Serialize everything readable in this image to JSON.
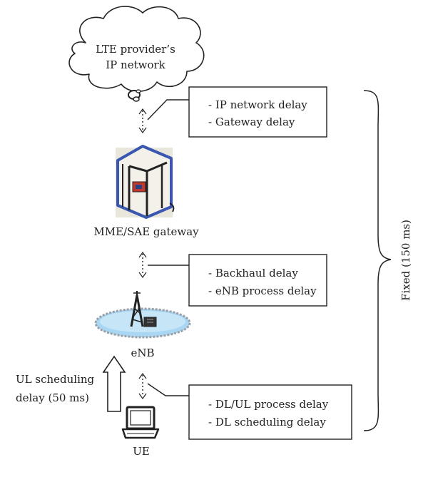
{
  "cloud": {
    "line1": "LTE provider’s",
    "line2": "IP network"
  },
  "boxes": {
    "top": {
      "line1": "- IP network delay",
      "line2": "- Gateway delay"
    },
    "middle": {
      "line1": "- Backhaul delay",
      "line2": "- eNB process delay"
    },
    "bottom": {
      "line1": "- DL/UL process delay",
      "line2": "- DL scheduling delay"
    }
  },
  "nodes": {
    "gateway_label": "MME/SAE gateway",
    "enb_label": "eNB",
    "ue_label": "UE"
  },
  "uplink": {
    "line1": "UL scheduling",
    "line2": "delay (50 ms)"
  },
  "brace_label": "Fixed (150 ms)",
  "colors": {
    "ink": "#222222",
    "gateway_frame": "#3a57b0",
    "disc_fill": "#a9d6f2",
    "disc_edge": "#9aa0a8",
    "accent_red": "#c0392b"
  }
}
